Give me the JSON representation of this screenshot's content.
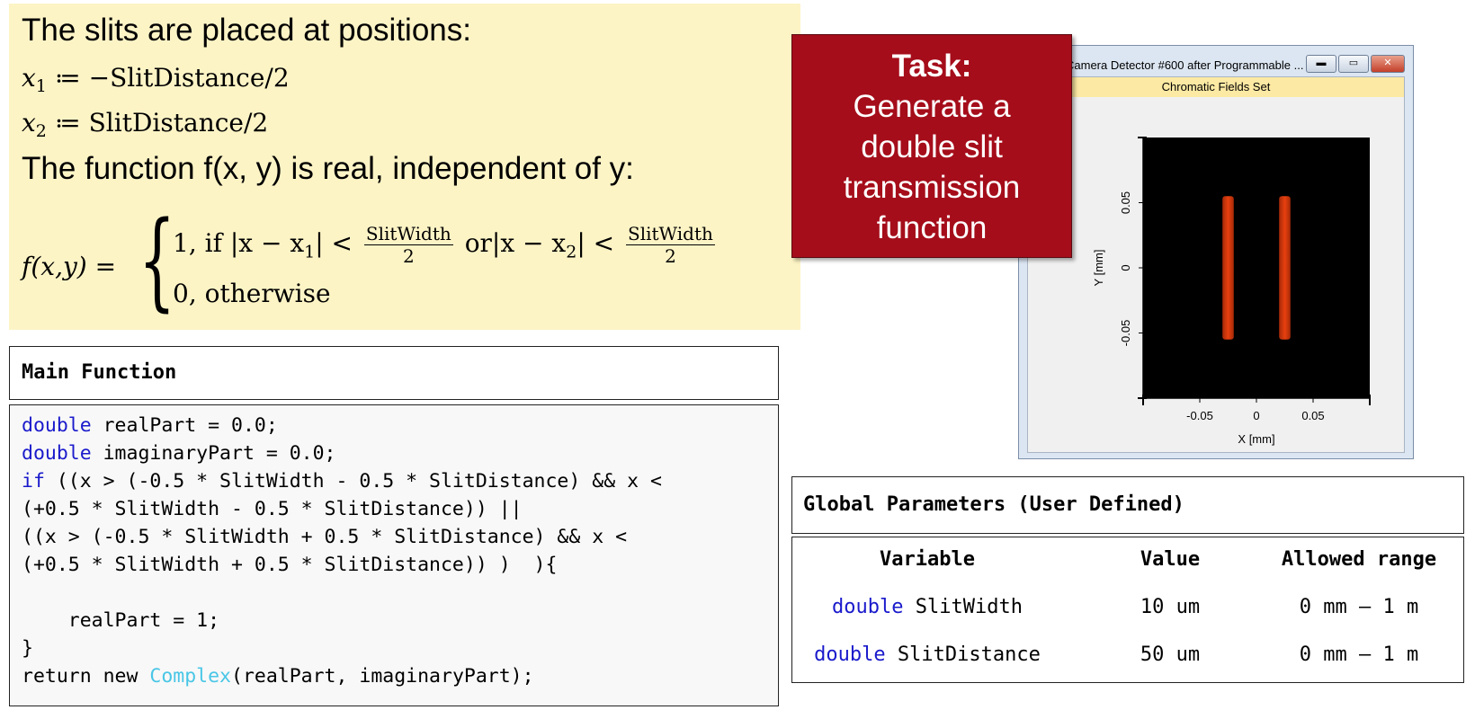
{
  "math": {
    "intro": "The slits are placed at positions:",
    "x1": {
      "var": "x",
      "sub": "1",
      "expr": "≔ −SlitDistance/2"
    },
    "x2": {
      "var": "x",
      "sub": "2",
      "expr": "≔ SlitDistance/2"
    },
    "function_text": "The function f(x, y) is real, independent of y:",
    "lhs": "f(x,y) =",
    "case1_prefix": "1, if |x − x",
    "case1_sub1": "1",
    "case1_mid": "| <",
    "case1_or": "or|x − x",
    "case1_sub2": "2",
    "case1_mid2": "| <",
    "frac_num": "SlitWidth",
    "frac_den": "2",
    "case2": "0, otherwise"
  },
  "main_function": {
    "title": "Main Function",
    "lines": [
      {
        "kw": "double",
        "rest": " realPart = 0.0;"
      },
      {
        "kw": "double",
        "rest": " imaginaryPart = 0.0;"
      },
      {
        "kw": "if",
        "rest": " ((x > (-0.5 * SlitWidth - 0.5 * SlitDistance) && x <"
      },
      {
        "kw": "",
        "rest": "(+0.5 * SlitWidth - 0.5 * SlitDistance)) ||"
      },
      {
        "kw": "",
        "rest": "((x > (-0.5 * SlitWidth + 0.5 * SlitDistance) && x <"
      },
      {
        "kw": "",
        "rest": "(+0.5 * SlitWidth + 0.5 * SlitDistance)) )  ){"
      },
      {
        "kw": "",
        "rest": ""
      },
      {
        "kw": "",
        "rest": "    realPart = 1;"
      },
      {
        "kw": "",
        "rest": "}"
      }
    ],
    "last_line": {
      "pre": "return new ",
      "type": "Complex",
      "post": "(realPart, imaginaryPart);"
    }
  },
  "task": {
    "title": "Task:",
    "lines": [
      "Generate a",
      "double slit",
      "transmission",
      "function"
    ]
  },
  "camera_window": {
    "title": "Camera Detector #600 after Programmable ...",
    "banner": "Chromatic Fields Set",
    "colors": {
      "slit": "#e8400f",
      "background": "#000000"
    }
  },
  "chart_data": {
    "type": "heatmap",
    "xlabel": "X [mm]",
    "ylabel": "Y [mm]",
    "xlim": [
      -0.1,
      0.1
    ],
    "ylim": [
      -0.1,
      0.1
    ],
    "xticks": [
      -0.05,
      0,
      0.05
    ],
    "xtick_labels": [
      "-0.05",
      "0",
      "0.05"
    ],
    "yticks": [
      0.05,
      0,
      -0.05
    ],
    "ytick_labels": [
      "0.05",
      "0",
      "-0.05"
    ],
    "slits": [
      {
        "center_x": -0.025,
        "width": 0.01,
        "y_range": [
          -0.055,
          0.055
        ]
      },
      {
        "center_x": 0.025,
        "width": 0.01,
        "y_range": [
          -0.055,
          0.055
        ]
      }
    ]
  },
  "global_params": {
    "title": "Global Parameters (User Defined)",
    "headers": [
      "Variable",
      "Value",
      "Allowed range"
    ],
    "rows": [
      {
        "type": "double",
        "name": " SlitWidth",
        "value": "10 um",
        "range": "0 mm – 1 m"
      },
      {
        "type": "double",
        "name": " SlitDistance",
        "value": "50 um",
        "range": "0 mm – 1 m"
      }
    ]
  }
}
